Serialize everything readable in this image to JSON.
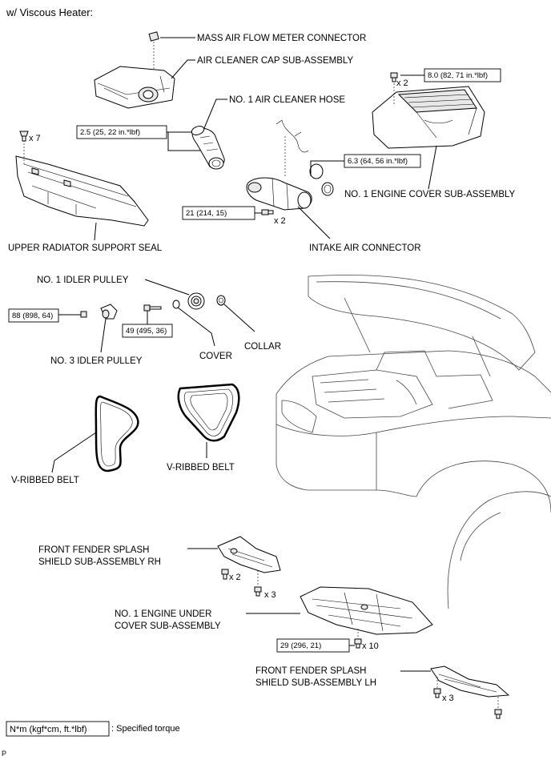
{
  "header": {
    "variant": "w/ Viscous Heater:"
  },
  "labels": {
    "maf_connector": "MASS AIR FLOW METER CONNECTOR",
    "air_cleaner_cap": "AIR CLEANER CAP SUB-ASSEMBLY",
    "air_cleaner_hose": "NO. 1 AIR CLEANER HOSE",
    "engine_cover": "NO. 1 ENGINE COVER SUB-ASSEMBLY",
    "upper_radiator_seal": "UPPER RADIATOR SUPPORT SEAL",
    "intake_air_connector": "INTAKE AIR CONNECTOR",
    "idler_pulley_1": "NO. 1 IDLER PULLEY",
    "idler_pulley_3": "NO. 3 IDLER PULLEY",
    "cover": "COVER",
    "collar": "COLLAR",
    "v_ribbed_belt_left": "V-RIBBED BELT",
    "v_ribbed_belt_right": "V-RIBBED BELT",
    "fender_rh_line1": "FRONT FENDER SPLASH",
    "fender_rh_line2": "SHIELD SUB-ASSEMBLY RH",
    "under_cover_line1": "NO. 1 ENGINE UNDER",
    "under_cover_line2": "COVER SUB-ASSEMBLY",
    "fender_lh_line1": "FRONT FENDER SPLASH",
    "fender_lh_line2": "SHIELD SUB-ASSEMBLY LH"
  },
  "torques": {
    "engine_cover": "8.0 (82, 71 in.*lbf)",
    "air_cleaner_hose": "2.5 (25, 22 in.*lbf)",
    "intake_clamp": "6.3 (64, 56 in.*lbf)",
    "intake_bolt": "21 (214, 15)",
    "idler_3": "88 (898, 64)",
    "idler_1": "49 (495, 36)",
    "under_cover": "29 (296, 21)"
  },
  "quantities": {
    "engine_cover_bolts": "x 2",
    "seal_clips": "x 7",
    "intake_bolts": "x 2",
    "fender_rh_screws": "x 2",
    "fender_rh_bolts": "x 3",
    "under_cover_bolts": "x 10",
    "fender_lh_screws": "x 3"
  },
  "legend": {
    "unit": "N*m (kgf*cm, ft.*lbf)",
    "text": ": Specified torque"
  },
  "footer": {
    "code": "P"
  }
}
